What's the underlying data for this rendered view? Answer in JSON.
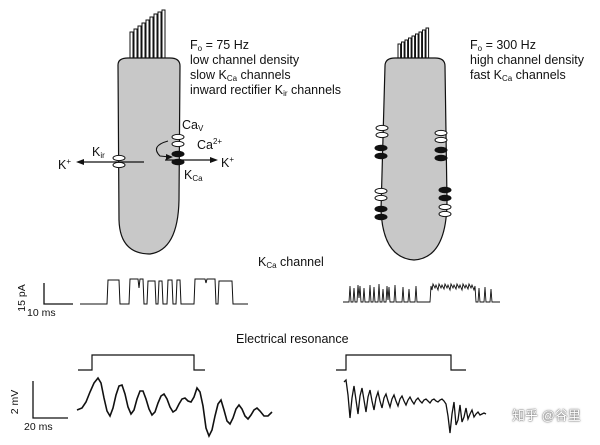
{
  "left_cell": {
    "freq_label": "F",
    "freq_sub": "o",
    "freq_value": " = 75 Hz",
    "line_density": "low channel density",
    "line_kca_pre": "slow K",
    "line_kca_sub": "Ca",
    "line_kca_post": " channels",
    "line_kir_pre": "inward rectifier K",
    "line_kir_sub": "ir",
    "line_kir_post": " channels",
    "k_plus_left": "K",
    "k_plus_left_sup": "+",
    "kir_label": "K",
    "kir_label_sub": "ir",
    "cav_label": "Ca",
    "cav_label_sub": "V",
    "ca2_label": "Ca",
    "ca2_label_sup": "2+",
    "k_plus_right": "K",
    "k_plus_right_sup": "+",
    "kca_label": "K",
    "kca_label_sub": "Ca"
  },
  "right_cell": {
    "freq_label": "F",
    "freq_sub": "o",
    "freq_value": " = 300 Hz",
    "line_density": "high channel density",
    "line_kca_pre": "fast K",
    "line_kca_sub": "Ca",
    "line_kca_post": " channels"
  },
  "kca_section": {
    "title_pre": "K",
    "title_sub": "Ca",
    "title_post": " channel",
    "scale_y": "15 pA",
    "scale_x": "10 ms"
  },
  "resonance_section": {
    "title": "Electrical resonance",
    "scale_y": "2 mV",
    "scale_x": "20 ms"
  },
  "watermark": "知乎 @谷里",
  "colors": {
    "cell_fill": "#c8c8c8",
    "outline": "#111111",
    "channel_dark": "#111111",
    "channel_light": "#ffffff"
  }
}
